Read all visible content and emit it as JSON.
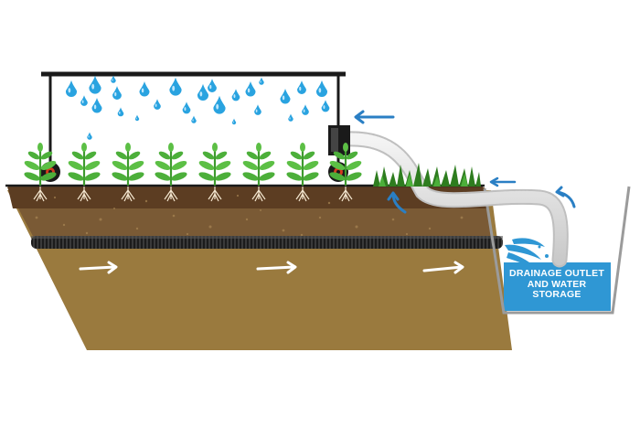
{
  "storage_label": "DRAINAGE OUTLET AND WATER STORAGE",
  "colors": {
    "soil_top": "#5c3d22",
    "soil_mid": "#7a5a35",
    "subsoil": "#9a7a3e",
    "water": "#2f97d4",
    "plant": "#4caf3a",
    "frame": "#1a1a1a",
    "arrow_blue": "#2a7fc4"
  },
  "icons": [
    "sprinkler-frame",
    "water-drop-icon",
    "plant-icon",
    "wheel-icon",
    "hose",
    "drain-pipe",
    "flow-arrow-icon",
    "grass-clump"
  ]
}
